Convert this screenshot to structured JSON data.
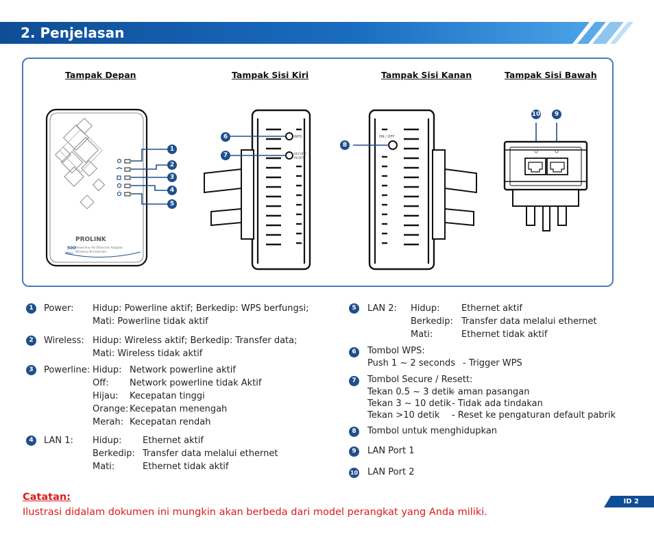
{
  "header": {
    "title": "2. Penjelasan",
    "accent": "#1f5fa8"
  },
  "views": {
    "front": "Tampak Depan",
    "left": "Tampak Sisi Kiri",
    "right": "Tampak Sisi Kanan",
    "bottom": "Tampak Sisi Bawah"
  },
  "device": {
    "brand": "PROLINK",
    "speed": "500",
    "speed_unit": "Mbps",
    "product_line1": "Powerline AV Ethernet Adapter",
    "product_line2": "Wireless-N Extender",
    "wps_label": "WPS",
    "secure_label1": "SECURE",
    "secure_label2": "RESET",
    "onoff_label": "ON / OFF"
  },
  "callouts": [
    "1",
    "2",
    "3",
    "4",
    "5",
    "6",
    "7",
    "8",
    "10",
    "9"
  ],
  "legend": {
    "item1": {
      "num": "1",
      "name": "Power:",
      "line1": "Hidup:  Powerline aktif;   Berkedip:  WPS berfungsi;",
      "line2": "Mati:  Powerline tidak aktif"
    },
    "item2": {
      "num": "2",
      "name": "Wireless:",
      "line1": "Hidup:  Wireless aktif;   Berkedip:  Transfer data;",
      "line2": "Mati:  Wireless tidak aktif"
    },
    "item3": {
      "num": "3",
      "name": "Powerline:",
      "rows": [
        {
          "k": "Hidup:",
          "v": "Network powerline aktif"
        },
        {
          "k": "Off:",
          "v": "Network powerline tidak Aktif"
        },
        {
          "k": "Hijau:",
          "v": "Kecepatan tinggi"
        },
        {
          "k": "Orange:",
          "v": "Kecepatan menengah"
        },
        {
          "k": "Merah:",
          "v": "Kecepatan rendah"
        }
      ]
    },
    "item4": {
      "num": "4",
      "name": "LAN 1:",
      "rows": [
        {
          "k": "Hidup:",
          "v": "Ethernet aktif"
        },
        {
          "k": "Berkedip:",
          "v": "Transfer data melalui ethernet"
        },
        {
          "k": "Mati:",
          "v": "Ethernet tidak aktif"
        }
      ]
    },
    "item5": {
      "num": "5",
      "name": "LAN 2:",
      "rows": [
        {
          "k": "Hidup:",
          "v": "Ethernet aktif"
        },
        {
          "k": "Berkedip:",
          "v": "Transfer data melalui ethernet"
        },
        {
          "k": "Mati:",
          "v": "Ethernet tidak aktif"
        }
      ]
    },
    "item6": {
      "num": "6",
      "title": "Tombol WPS:",
      "k": "Push 1 ~ 2 seconds",
      "v": "-   Trigger WPS"
    },
    "item7": {
      "num": "7",
      "title": "Tombol Secure / Resett:",
      "rows": [
        {
          "k": "Tekan 0.5 ~ 3 detik",
          "v": "-   aman pasangan"
        },
        {
          "k": "Tekan 3 ~ 10 detik",
          "v": "-   Tidak ada tindakan"
        },
        {
          "k": "Tekan >10 detik",
          "v": "-   Reset ke pengaturan default pabrik"
        }
      ]
    },
    "item8": {
      "num": "8",
      "title": "Tombol untuk menghidupkan"
    },
    "item9": {
      "num": "9",
      "title": "LAN Port 1"
    },
    "item10": {
      "num": "10",
      "title": "LAN Port 2"
    }
  },
  "note": {
    "label": "Catatan:",
    "text": "Ilustrasi didalam dokumen ini mungkin akan berbeda dari model perangkat yang Anda miliki.",
    "color": "#d81c1c"
  },
  "page_badge": "ID 2"
}
